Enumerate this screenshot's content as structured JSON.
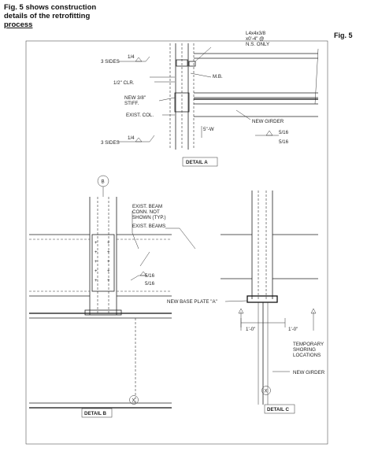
{
  "caption": {
    "line1": "Fig. 5 shows construction",
    "line2": "details of the retrofitting",
    "line3": "process"
  },
  "fig_label": "Fig. 5",
  "detail_a": {
    "title": "DETAIL A",
    "angle_note_1": "L4x4x3/8",
    "angle_note_2": "x0'-4\" @",
    "angle_note_3": "N.S. ONLY",
    "mb": "M.B.",
    "sides_top": "3 SIDES",
    "clr": "1/2\" CLR.",
    "stiff_1": "NEW 3/8\"",
    "stiff_2": "STIFF.",
    "exist_col": "EXIST. COL.",
    "new_girder": "NEW GIRDER",
    "weld_5w": "5\"-W",
    "sides_bottom": "3 SIDES",
    "weld_top": "1/4",
    "weld_bottom": "1/4",
    "weld_right_top": "5/16",
    "weld_right_bottom": "5/16"
  },
  "detail_b": {
    "title": "DETAIL B",
    "marker": "B",
    "marker_x": "X",
    "note_1": "EXIST. BEAM",
    "note_2": "CONN. NOT",
    "note_3": "SHOWN (TYP.)",
    "exist_beams": "EXIST. BEAMS",
    "weld_top": "5/16",
    "weld_bottom": "5/16"
  },
  "detail_c": {
    "title": "DETAIL C",
    "new_base_plate": "NEW BASE PLATE \"A\"",
    "dim_left": "1'-0\"",
    "dim_right": "1'-0\"",
    "temp_1": "TEMPORARY",
    "temp_2": "SHORING",
    "temp_3": "LOCATIONS",
    "new_girder": "NEW GIRDER",
    "marker_x": "X"
  }
}
